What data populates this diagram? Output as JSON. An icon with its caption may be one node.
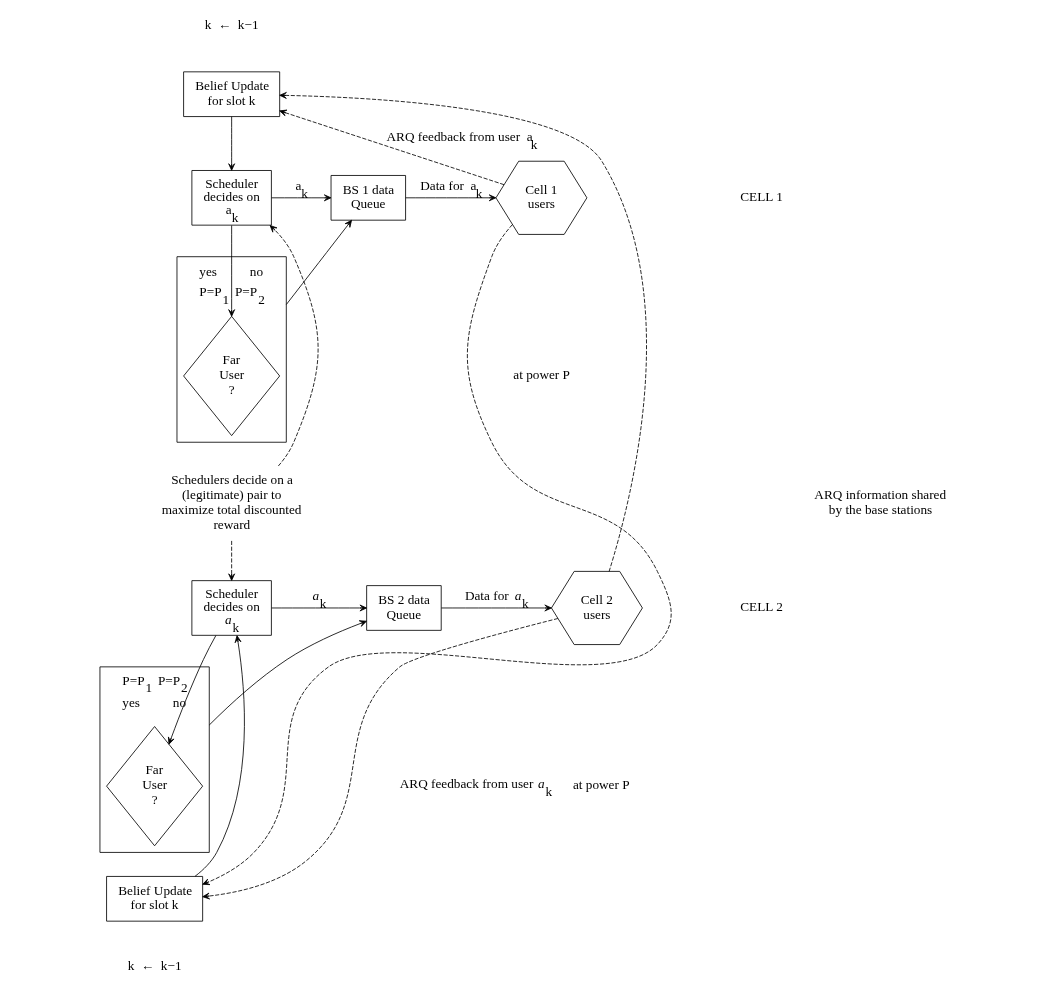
{
  "diagram": {
    "nodes": [
      {
        "text": [
          "Belief Update for slot k"
        ]
      },
      {
        "text": [
          "Scheduler decides on  a$_{k}$"
        ]
      },
      {
        "text": [
          "yes",
          "no",
          "P=P$_{1}$",
          "P=P$_{2}$"
        ]
      },
      {
        "text": [
          "Far User ?"
        ],
        "in": 2
      },
      {
        "text": [
          "BS 1 data Queue"
        ]
      },
      {
        "text": [
          "Cell 1 users"
        ]
      },
      {
        "text": [
          "Scheduler decides on  *a*$_{k}$"
        ]
      },
      {
        "text": [
          "BS 2 data Queue"
        ]
      },
      {
        "text": [
          "Cell 2 users"
        ]
      },
      {
        "text": [
          "P=P$_{1}$",
          "P=P$_{2}$",
          "yes",
          "no"
        ]
      },
      {
        "text": [
          "Far User ?"
        ],
        "in": 9
      },
      {
        "text": [
          "Belief Update for slot k"
        ]
      },
      {
        "text": [
          "Schedulers decide on a (legitimate) pair to maximize total discounted reward"
        ]
      }
    ],
    "edges": [
      {
        "from": 0,
        "to": 1,
        "arrow": "to"
      },
      {
        "from": 1,
        "to": 4,
        "arrow": "to",
        "label": "a$_{k}$"
      },
      {
        "from": 1,
        "to": 3,
        "arrow": "to"
      },
      {
        "from": 2,
        "to": 4,
        "arrow": "to"
      },
      {
        "from": 4,
        "to": 5,
        "arrow": "to",
        "label": "Data for  a$_{k}$"
      },
      {
        "from": 5,
        "to": 0,
        "arrow": "to",
        "style": "dashed",
        "label": "ARQ feedback from user  a$_{k}$"
      },
      {
        "from": 5,
        "to": 11,
        "arrow": "to",
        "style": "dashed"
      },
      {
        "from": 11,
        "to": 6,
        "arrow": "to"
      },
      {
        "from": 6,
        "to": 7,
        "arrow": "to",
        "label": "*a*$_{k}$"
      },
      {
        "from": 6,
        "to": 10,
        "arrow": "to"
      },
      {
        "from": 9,
        "to": 7,
        "arrow": "to"
      },
      {
        "from": 7,
        "to": 8,
        "arrow": "to",
        "label": "Data for  *a*$_{k}$"
      },
      {
        "from": 8,
        "to": 11,
        "arrow": "to",
        "style": "dashed",
        "label": "ARQ feedback from user  *a*$_{k}$"
      },
      {
        "from": 8,
        "to": 0,
        "arrow": "to",
        "style": "dashed"
      },
      {
        "from": 12,
        "to": 1,
        "arrow": "to",
        "style": "dashed"
      },
      {
        "from": 12,
        "to": 6,
        "arrow": "to",
        "style": "dashed"
      }
    ],
    "labels": [
      "k  ←  k−1",
      "at power P",
      "CELL 1",
      "ARQ information shared by the base stations",
      "CELL 2",
      "at power P",
      "k  ←  k−1"
    ]
  }
}
